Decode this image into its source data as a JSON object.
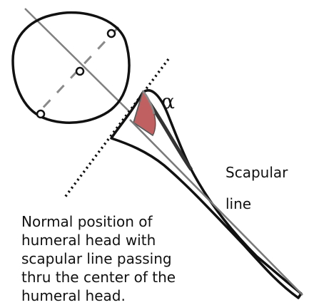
{
  "labels": {
    "angle_symbol": "α",
    "scapular_line": [
      "Scapular",
      "line"
    ],
    "caption_lines": [
      "Normal position of",
      "humeral head with",
      "scapular line passing",
      "thru the center of the",
      "humeral head."
    ]
  },
  "colors": {
    "outline": "#111111",
    "guide": "#7a7a7a",
    "angle_fill": "#c06060",
    "angle_shadow": "#888888"
  }
}
